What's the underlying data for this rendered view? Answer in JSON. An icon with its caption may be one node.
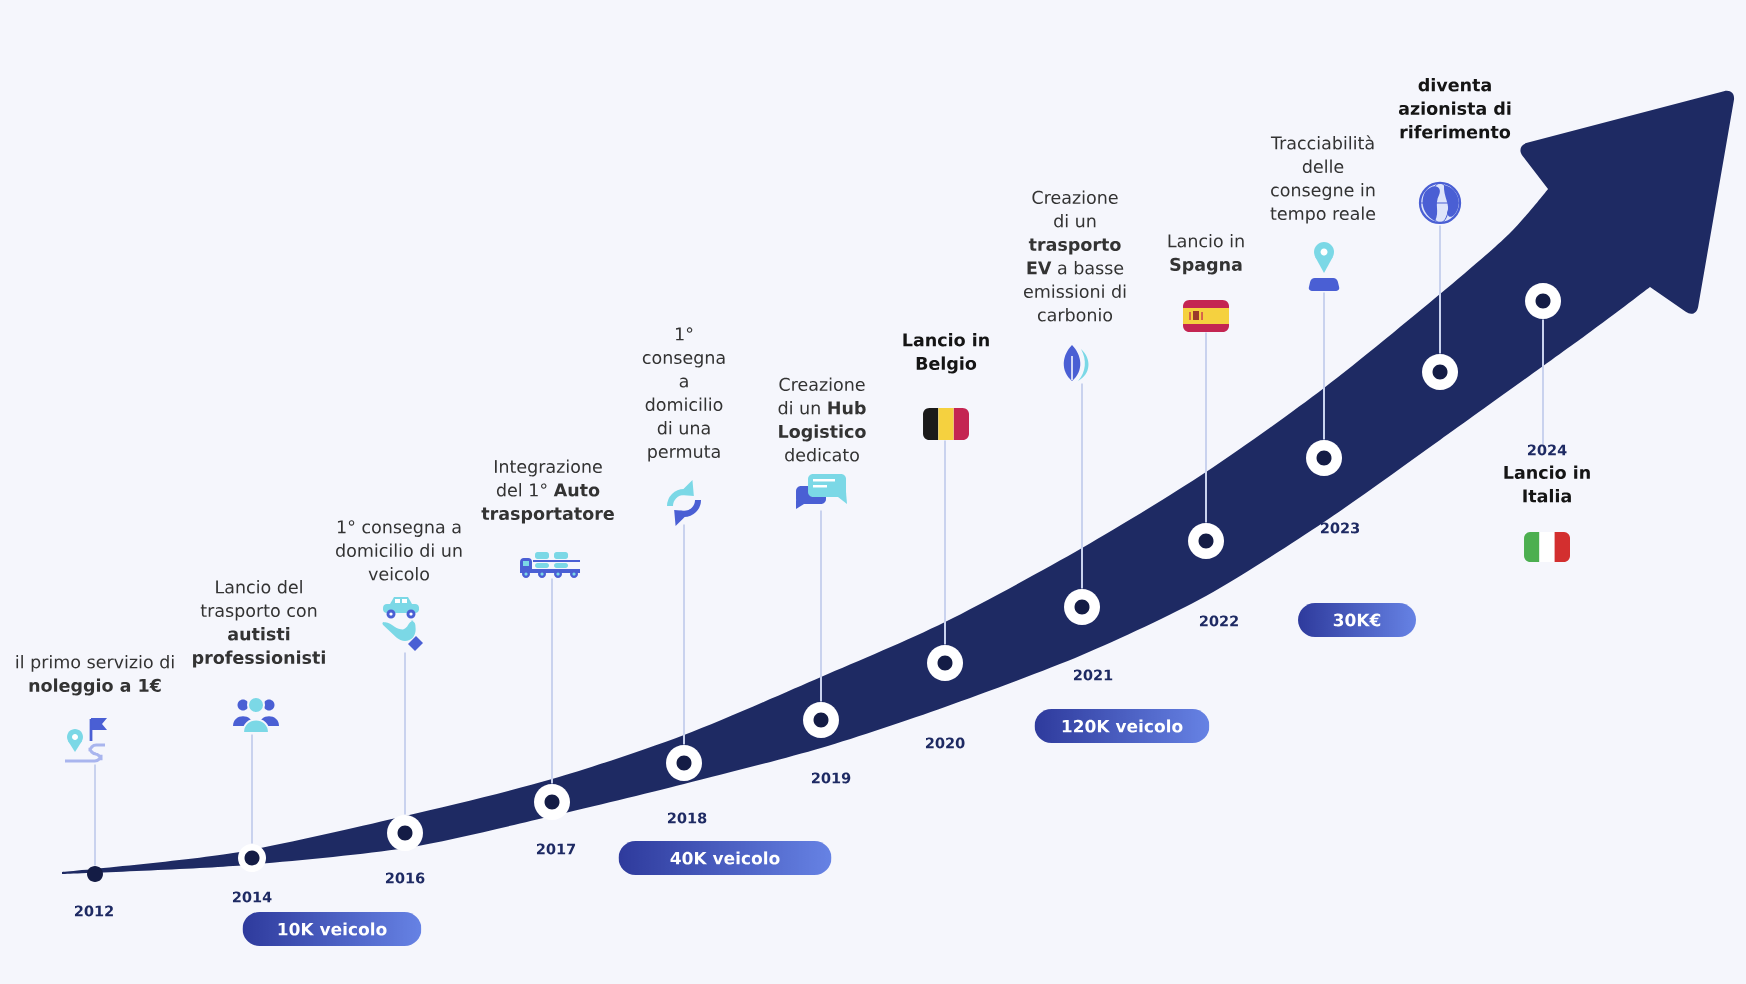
{
  "diagram": {
    "nodes": [
      {
        "text": [],
        "shape": "picture",
        "beside": [
          "il primo servizio di **noleggio a 1€**"
        ]
      },
      {
        "text": [],
        "shape": "circle",
        "beside": [
          "2012"
        ]
      },
      {
        "text": [],
        "shape": "picture",
        "beside": [
          "Lancio del trasporto con **autisti professionisti**"
        ]
      },
      {
        "text": [],
        "shape": "circle",
        "beside": [
          "2014"
        ]
      },
      {
        "text": [],
        "shape": "picture",
        "beside": [
          "1° consegna a domicilio di un veicolo"
        ]
      },
      {
        "text": [],
        "shape": "circle",
        "beside": [
          "2016"
        ]
      },
      {
        "text": [],
        "shape": "picture",
        "beside": [
          "Integrazione del 1° **Auto trasportatore**"
        ]
      },
      {
        "text": [],
        "shape": "circle",
        "beside": [
          "2017"
        ]
      },
      {
        "text": [],
        "shape": "picture",
        "beside": [
          "1° consegna a domicilio di una permuta"
        ]
      },
      {
        "text": [],
        "shape": "circle",
        "beside": [
          "2018"
        ]
      },
      {
        "text": [],
        "shape": "picture",
        "beside": [
          "Creazione di un **Hub Logistico** dedicato"
        ]
      },
      {
        "text": [],
        "shape": "circle",
        "beside": [
          "2019"
        ]
      },
      {
        "text": [],
        "shape": "picture",
        "beside": [
          "Lancio in Belgio"
        ]
      },
      {
        "text": [],
        "shape": "circle",
        "beside": [
          "2020"
        ]
      },
      {
        "text": [],
        "shape": "picture",
        "beside": [
          "Creazione di un **trasporto EV** a basse emissioni di carbonio"
        ]
      },
      {
        "text": [],
        "shape": "circle",
        "beside": [
          "2021"
        ]
      },
      {
        "text": [],
        "shape": "picture",
        "beside": [
          "Lancio in **Spagna**"
        ]
      },
      {
        "text": [],
        "shape": "circle",
        "beside": [
          "2022"
        ]
      },
      {
        "text": [],
        "shape": "picture",
        "beside": [
          "Tracciabilità delle consegne in tempo reale"
        ]
      },
      {
        "text": [],
        "shape": "circle",
        "beside": [
          "2023"
        ]
      },
      {
        "text": [],
        "shape": "picture",
        "beside": [
          "diventa azionista di riferimento"
        ]
      },
      {
        "text": [],
        "shape": "circle"
      },
      {
        "text": [],
        "shape": "circle"
      },
      {
        "text": [
          "2024",
          "Lancio in Italia"
        ]
      },
      {
        "text": [
          "10K veicolo"
        ]
      },
      {
        "text": [
          "40K veicolo"
        ]
      },
      {
        "text": [
          "120K veicolo"
        ]
      },
      {
        "text": [
          "30K€"
        ]
      }
    ],
    "edges": [
      {
        "from": 0,
        "to": 1,
        "arrow": "none"
      },
      {
        "from": 2,
        "to": 3,
        "arrow": "none"
      },
      {
        "from": 4,
        "to": 5,
        "arrow": "none"
      },
      {
        "from": 6,
        "to": 7,
        "arrow": "none"
      },
      {
        "from": 8,
        "to": 9,
        "arrow": "none"
      },
      {
        "from": 10,
        "to": 11,
        "arrow": "none"
      },
      {
        "from": 12,
        "to": 13,
        "arrow": "none"
      },
      {
        "from": 14,
        "to": 15,
        "arrow": "none"
      },
      {
        "from": 16,
        "to": 17,
        "arrow": "none"
      },
      {
        "from": 18,
        "to": 19,
        "arrow": "none"
      },
      {
        "from": 20,
        "to": 21,
        "arrow": "none"
      },
      {
        "from": 22,
        "to": 23,
        "arrow": "none"
      }
    ]
  }
}
